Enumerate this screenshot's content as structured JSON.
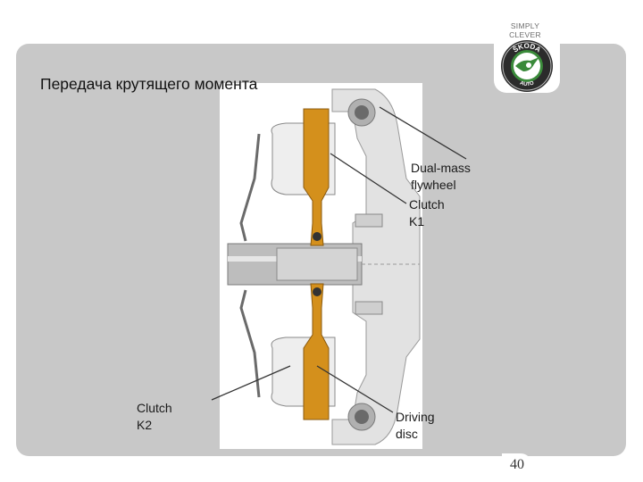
{
  "brand": {
    "slogan": "SIMPLY\nCLEVER",
    "logo_top_text": "ŠKODA",
    "logo_bottom_text": "AUTO"
  },
  "slide": {
    "title": "Передача крутящего момента",
    "page_number": "40"
  },
  "labels": {
    "dual_mass": "Dual-mass\nflywheel",
    "clutch_k1": "Clutch\nK1",
    "clutch_k2": "Clutch\nK2",
    "driving_disc": "Driving\ndisc"
  },
  "colors": {
    "panel": "#c8c8c8",
    "disc": "#d4901c",
    "logo_green": "#3a8a3a"
  }
}
